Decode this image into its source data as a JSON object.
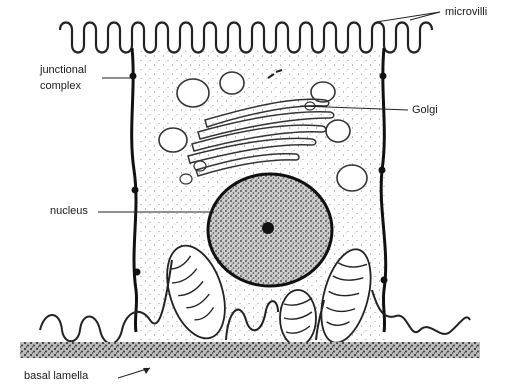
{
  "labels": {
    "microvilli": "microvilli",
    "junctional_1": "junctional",
    "junctional_2": "complex",
    "golgi": "Golgi",
    "nucleus": "nucleus",
    "basal": "basal lamella"
  }
}
